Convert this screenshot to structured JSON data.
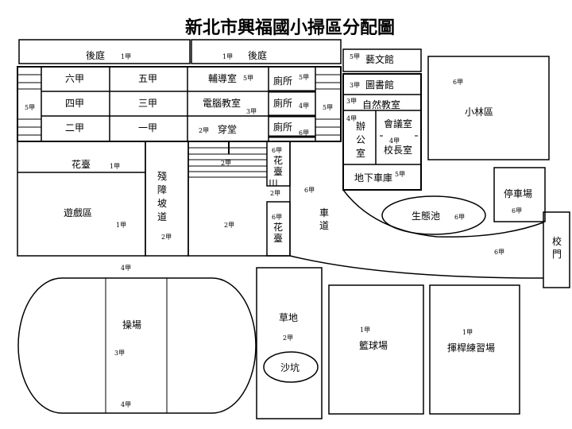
{
  "title": "新北市興福國小掃區分配圖",
  "labels": {
    "backyard_left": "後庭",
    "backyard_left_n": "1甲",
    "backyard_right": "後庭",
    "backyard_right_n": "1甲",
    "six_a": "六甲",
    "five_a": "五甲",
    "four_a": "四甲",
    "three_a": "三甲",
    "two_a": "二甲",
    "one_a": "一甲",
    "stair_left_n": "5甲",
    "stair_right_n": "5甲",
    "counsel": "輔導室",
    "counsel_n": "5甲",
    "computer": "電腦教室",
    "computer_n": "3甲",
    "hall": "穿堂",
    "hall_n": "2甲",
    "toilet1": "廁所",
    "toilet1_n": "5甲",
    "toilet2": "廁所",
    "toilet2_n": "4甲",
    "toilet3": "廁所",
    "toilet3_n": "6甲",
    "art": "藝文館",
    "art_n": "5甲",
    "library": "圖書館",
    "library_n": "3甲",
    "science": "自然教室",
    "science_n": "3甲",
    "office": "辦公室",
    "office_n": "4甲",
    "meeting": "會議室",
    "principal": "校長室",
    "principal_n": "4甲",
    "parking_b": "地下車庫",
    "parking_b_n": "5甲",
    "forest": "小林區",
    "forest_n": "6甲",
    "parking": "停車場",
    "parking_n": "6甲",
    "gate": "校門",
    "pond": "生態池",
    "pond_n": "6甲",
    "flower1": "花臺",
    "flower1_n": "1甲",
    "play": "遊戲區",
    "play_n": "1甲",
    "ramp": "殘障坡道",
    "ramp_n": "2甲",
    "stairs_mid_n": "2甲",
    "mid_n": "2甲",
    "flower2": "花臺",
    "flower2_n": "6甲",
    "flower3": "花臺",
    "flower3_n": "6甲",
    "flower_gap_n": "2甲",
    "road": "車道",
    "road_n": "6甲",
    "road_bottom_n": "6甲",
    "track": "操場",
    "track_n": "3甲",
    "track_top_n": "4甲",
    "track_bottom_n": "4甲",
    "lawn": "草地",
    "lawn_n": "2甲",
    "sandpit": "沙坑",
    "basketball": "籃球場",
    "basketball_n": "1甲",
    "golf": "揮桿練習場",
    "golf_n": "1甲"
  }
}
